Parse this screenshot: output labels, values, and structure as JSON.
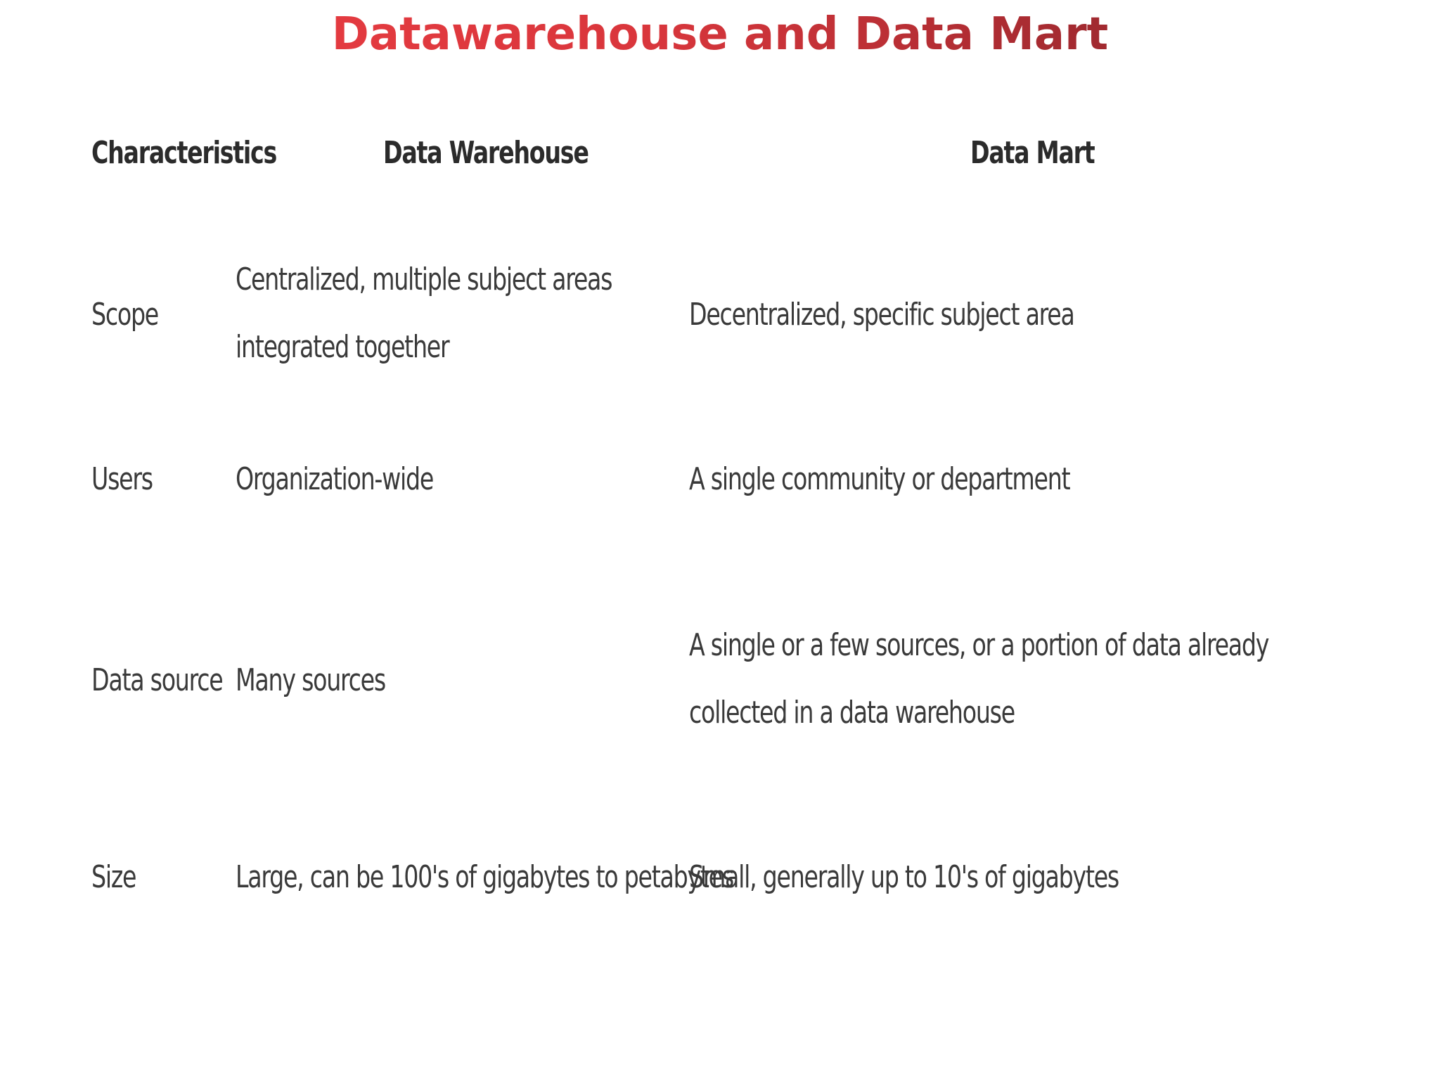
{
  "title": "Datawarehouse and Data Mart",
  "table": {
    "headers": [
      "Characteristics",
      "Data Warehouse",
      "Data Mart"
    ],
    "rows": [
      {
        "characteristic": "Scope",
        "data_warehouse": "Centralized, multiple subject areas integrated together",
        "data_mart": "Decentralized, specific subject area"
      },
      {
        "characteristic": "Users",
        "data_warehouse": "Organization-wide",
        "data_mart": "A single community or department"
      },
      {
        "characteristic": "Data source",
        "data_warehouse": "Many sources",
        "data_mart": "A single or a few sources, or a portion of data already collected in a data warehouse"
      },
      {
        "characteristic": "Size",
        "data_warehouse": "Large, can be 100's of gigabytes to petabytes",
        "data_mart": "Small, generally up to 10's of gigabytes"
      }
    ]
  }
}
